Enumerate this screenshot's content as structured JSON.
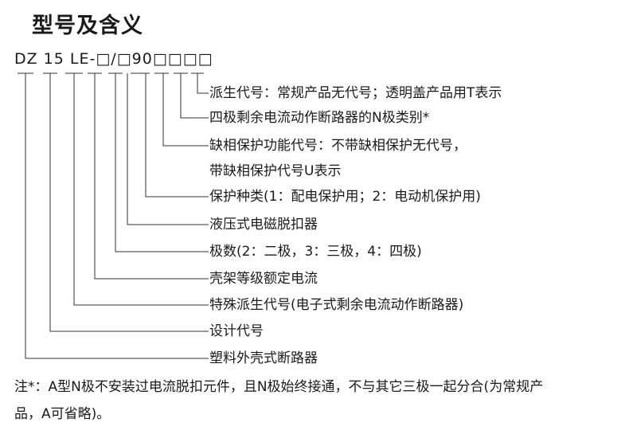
{
  "title": "型号及含义",
  "model_code": "DZ 15 LE-□/□90□□□□",
  "items": [
    "派生代号：常规产品无代号；透明盖产品用T表示",
    "四极剩余电流动作断路器的N极类别*",
    "缺相保护功能代号：不带缺相保护无代号，",
    "带缺相保护代号U表示",
    "保护种类(1：配电保护用；2：电动机保护用)",
    "液压式电磁脱扣器",
    "极数(2：二极，3：三极，4：四极)",
    "壳架等级额定电流",
    "特殊派生代号(电子式剩余电流动作断路器)",
    "设计代号",
    "塑料外壳式断路器"
  ],
  "note": {
    "line1": "注*：A型N极不安装过电流脱扣元件，且N极始终接通，不与其它三极一起分合(为常规产",
    "line2": "品，A可省略)。"
  }
}
